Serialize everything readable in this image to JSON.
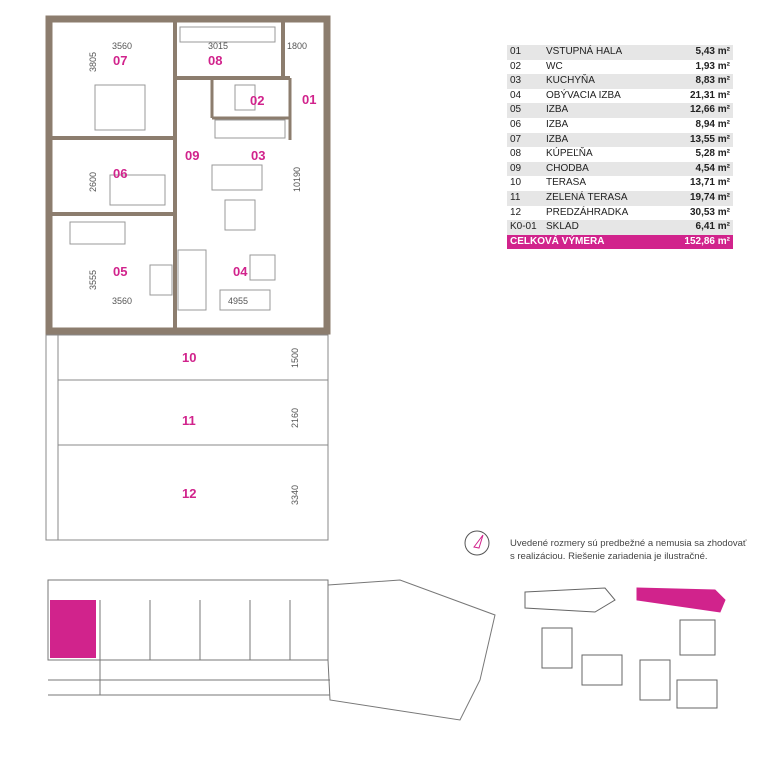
{
  "rooms": [
    {
      "num": "01",
      "name": "VSTUPNÁ HALA",
      "area": "5,43 m²"
    },
    {
      "num": "02",
      "name": "WC",
      "area": "1,93 m²"
    },
    {
      "num": "03",
      "name": "KUCHYŇA",
      "area": "8,83 m²"
    },
    {
      "num": "04",
      "name": "OBÝVACIA IZBA",
      "area": "21,31 m²"
    },
    {
      "num": "05",
      "name": "IZBA",
      "area": "12,66 m²"
    },
    {
      "num": "06",
      "name": "IZBA",
      "area": "8,94 m²"
    },
    {
      "num": "07",
      "name": "IZBA",
      "area": "13,55 m²"
    },
    {
      "num": "08",
      "name": "KÚPEĽŇA",
      "area": "5,28 m²"
    },
    {
      "num": "09",
      "name": "CHODBA",
      "area": "4,54 m²"
    },
    {
      "num": "10",
      "name": "TERASA",
      "area": "13,71 m²"
    },
    {
      "num": "11",
      "name": "ZELENÁ TERASA",
      "area": "19,74 m²"
    },
    {
      "num": "12",
      "name": "PREDZÁHRADKA",
      "area": "30,53 m²"
    },
    {
      "num": "K0-01",
      "name": "SKLAD",
      "area": "6,41 m²"
    }
  ],
  "total": {
    "label": "CELKOVÁ VÝMERA",
    "area": "152,86 m²"
  },
  "dimensions": [
    "3560",
    "3015",
    "1800",
    "3805",
    "2600",
    "10190",
    "3555",
    "3560",
    "4955",
    "1500",
    "2160",
    "3340"
  ],
  "note": "Uvedené rozmery sú predbežné a nemusia sa zhodovať s realizáciou. Riešenie zariadenia je ilustračné.",
  "colors": {
    "accent": "#d1238c",
    "wall": "#8c7d6e"
  }
}
